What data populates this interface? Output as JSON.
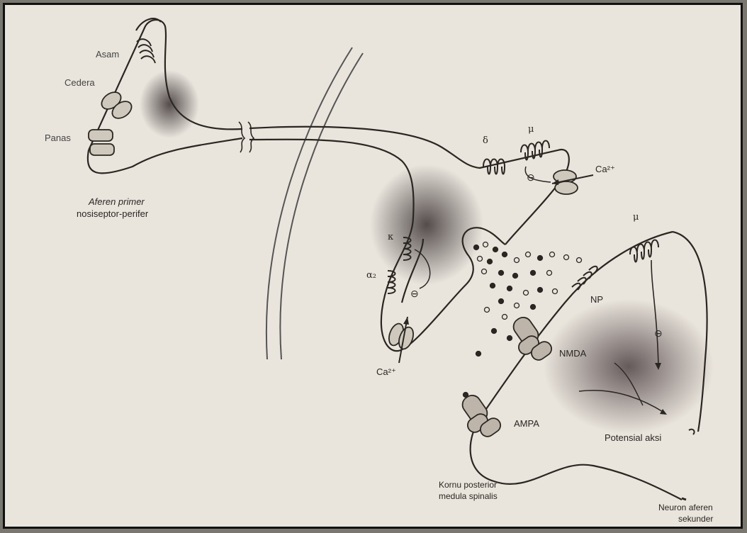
{
  "labels": {
    "asam": "Asam",
    "cedera": "Cedera",
    "panas": "Panas",
    "aferen_primer": "Aferen primer",
    "nosiseptor_perifer": "nosiseptor-perifer",
    "delta": "δ",
    "mu_top": "μ",
    "ca_top": "Ca²⁺",
    "kappa": "κ",
    "alpha2": "α₂",
    "ca_bottom": "Ca²⁺",
    "mu_right": "μ",
    "np": "NP",
    "nmda": "NMDA",
    "ampa": "AMPA",
    "potensial_aksi": "Potensial aksi",
    "kornu_line1": "Kornu posterior",
    "kornu_line2": "medula spinalis",
    "neuron_line1": "Neuron aferen",
    "neuron_line2": "sekunder",
    "minus": "⊖"
  },
  "colors": {
    "page_bg": "#e9e4dc",
    "ink": "#2a2622",
    "shade": "#3a2f30"
  }
}
